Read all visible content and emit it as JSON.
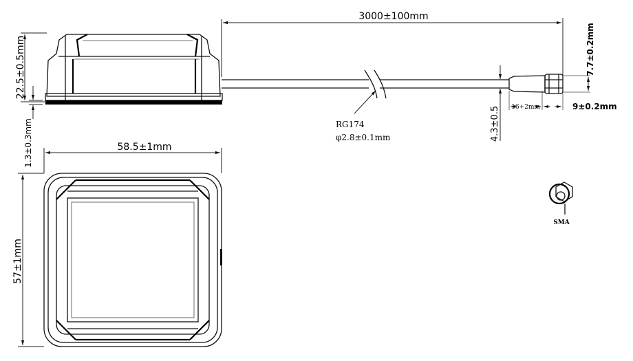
{
  "dimensions": {
    "cable_length": "3000±100mm",
    "height": "22.5±0.5mm",
    "base_thickness": "1.3±0.3mm",
    "width": "58.5±1mm",
    "depth": "57±1mm",
    "connector_diameter": "7.7±0.2mm",
    "cable_offset": "4.3±0.5",
    "ferrule_length": "16+2mm",
    "nut_length": "9±0.2mm"
  },
  "cable": {
    "type": "RG174",
    "diameter": "φ2.8±0.1mm"
  },
  "connector": {
    "label": "SMA"
  }
}
